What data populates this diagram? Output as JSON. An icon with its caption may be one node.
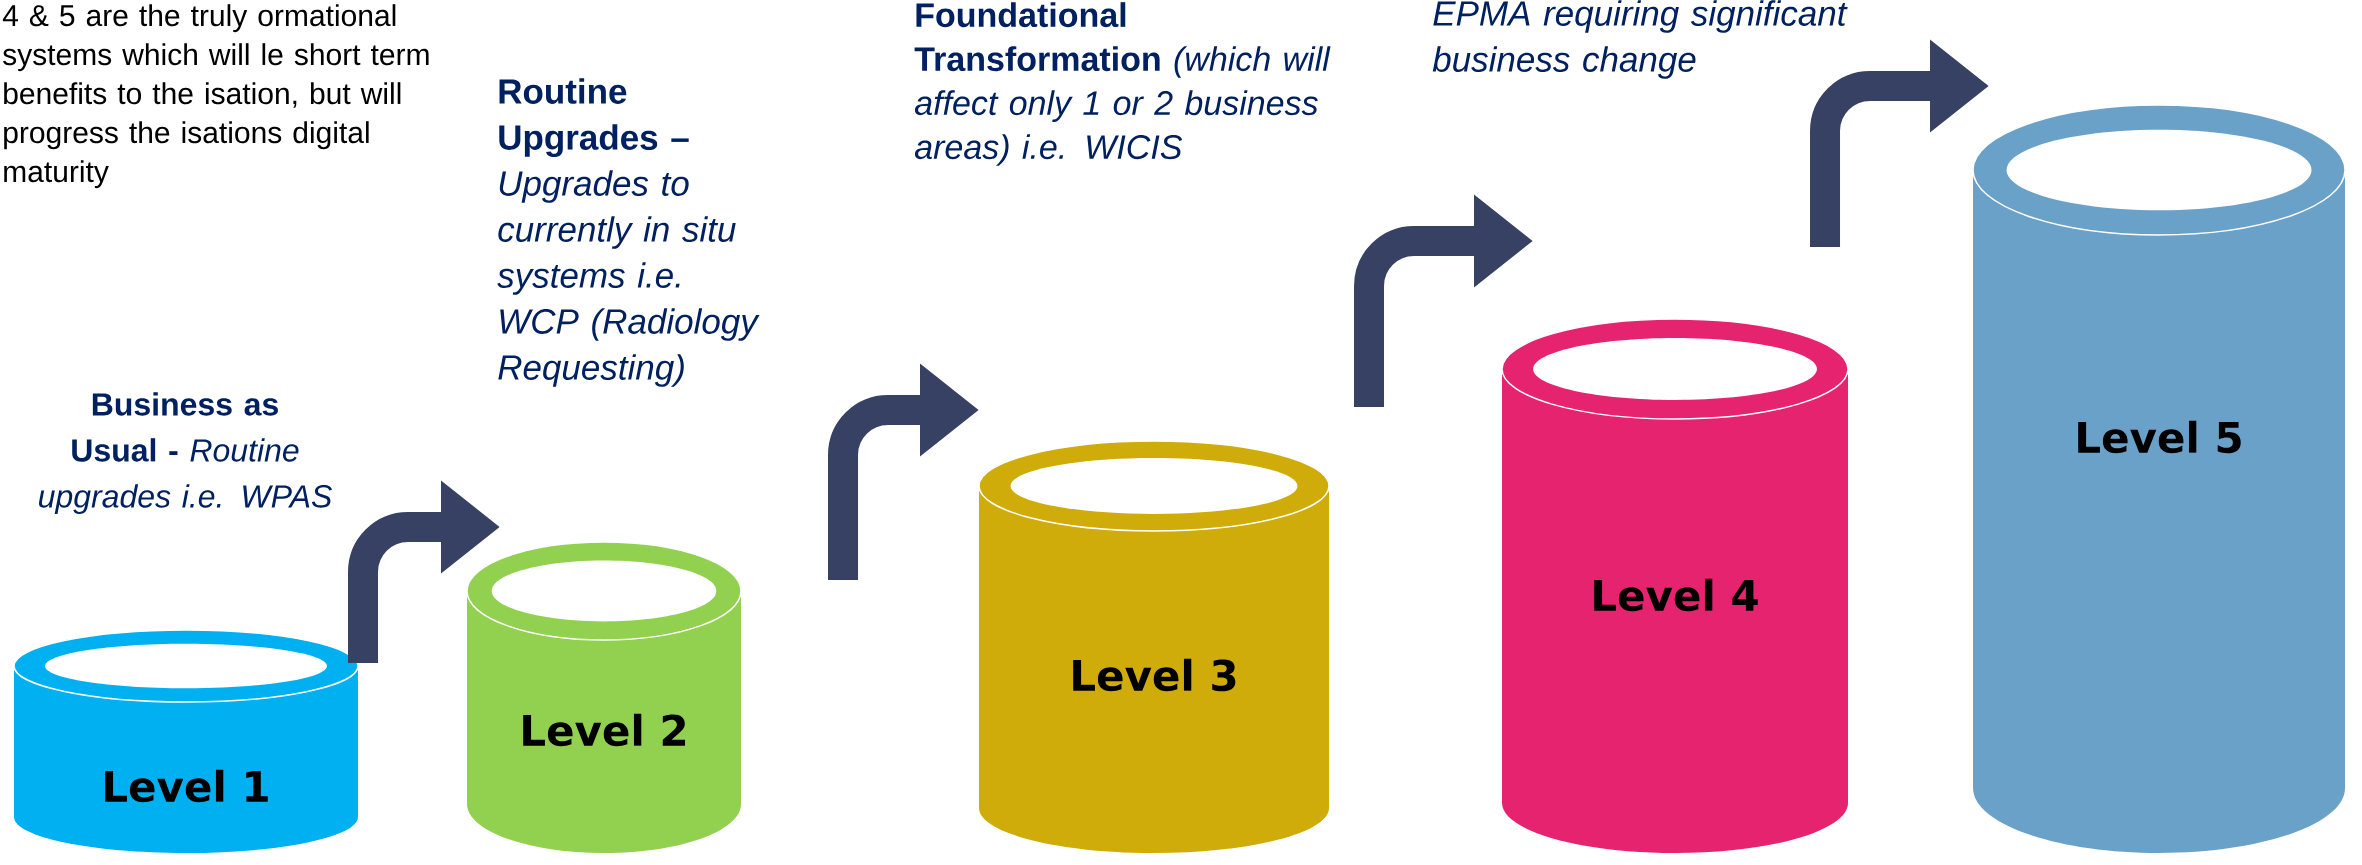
{
  "diagram": {
    "nodes": [
      {
        "text": [
          "Level 1"
        ],
        "beside": [
          "**Business as Usual -** *Routine upgrades i.e. WPAS*"
        ]
      },
      {
        "text": [
          "Level 2"
        ]
      },
      {
        "text": [
          "Level 3"
        ]
      },
      {
        "text": [
          "Level 4"
        ]
      },
      {
        "text": [
          "Level 5"
        ]
      }
    ],
    "edges": [
      {
        "from": 0,
        "to": 1,
        "arrow": "to"
      },
      {
        "from": 1,
        "to": 2,
        "arrow": "to"
      },
      {
        "from": 2,
        "to": 3,
        "arrow": "to"
      },
      {
        "from": 3,
        "to": 4,
        "arrow": "to"
      }
    ],
    "labels": [
      "4 & 5 are the truly ormational systems which will le short term benefits to the isation, but will progress the isations digital maturity",
      "**Routine Upgrades –** *Upgrades to currently in situ systems i.e. WCP (Radiology Requesting)*",
      "**Foundational Transformation** *(which will affect only 1 or 2 business areas) i.e. WICIS*",
      "EPMA requiring significant business change"
    ]
  }
}
